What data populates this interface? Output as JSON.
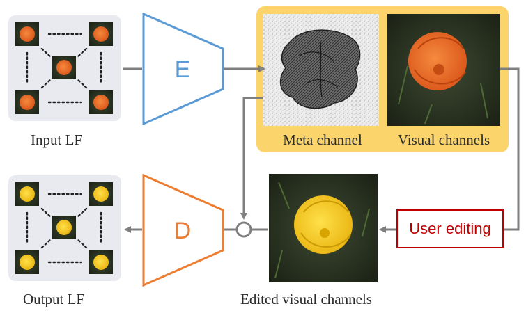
{
  "input": {
    "caption": "Input LF",
    "dots": "......"
  },
  "output": {
    "caption": "Output LF",
    "dots": "......"
  },
  "encoder": {
    "label": "E"
  },
  "decoder": {
    "label": "D"
  },
  "meta": {
    "caption": "Meta channel"
  },
  "visual": {
    "caption": "Visual channels"
  },
  "edited": {
    "caption": "Edited visual channels"
  },
  "user_editing": {
    "label": "User editing"
  },
  "colors": {
    "encoder": "#5b9bd5",
    "decoder": "#ed7d31",
    "highlight": "#fbd56b",
    "arrow": "#7f7f7f",
    "editing": "#c00000",
    "lf_panel": "#e8eaf0",
    "orange_flower": "#e8641e",
    "yellow_flower": "#f2c21a"
  }
}
